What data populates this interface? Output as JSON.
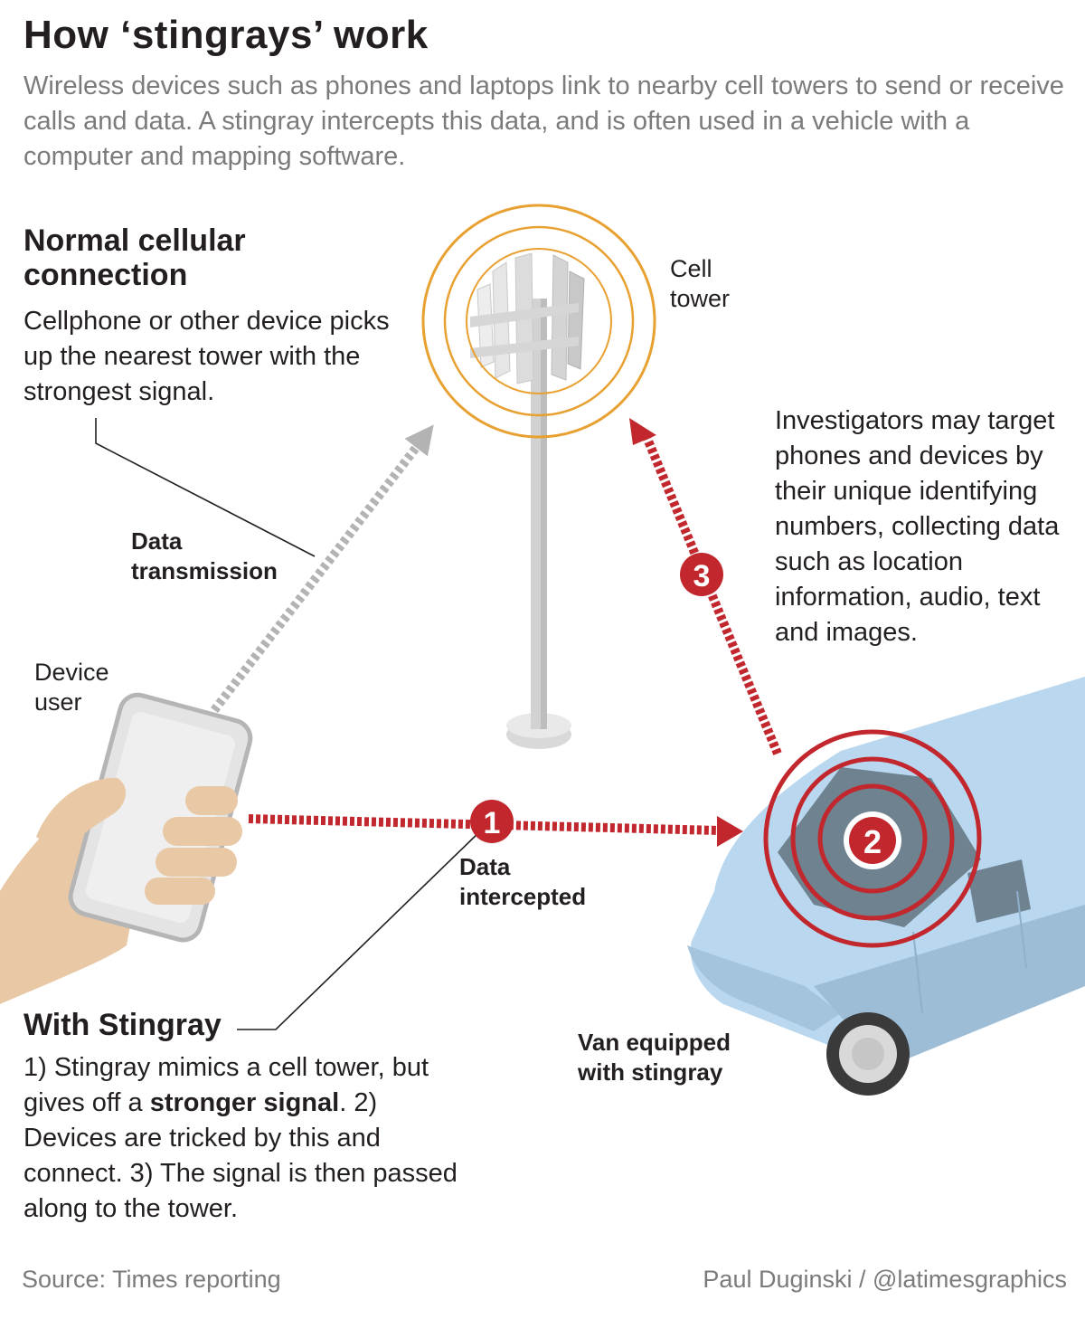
{
  "header": {
    "title": "How ‘stingrays’ work",
    "subtitle": "Wireless devices such as phones and laptops link to nearby cell towers to send or receive calls and data. A stingray intercepts this data, and is often used in a vehicle with a computer and mapping software."
  },
  "normal": {
    "heading": "Normal cellular connection",
    "body": "Cellphone or other device picks up the nearest tower with the strongest signal."
  },
  "labels": {
    "cell_tower": "Cell tower",
    "device_user": "Device user",
    "data_transmission": "Data transmission",
    "data_intercepted": "Data intercepted",
    "van": "Van equipped with stingray"
  },
  "investigators": {
    "body": "Investigators may target phones and devices by their unique identifying numbers, collecting data such as location information, audio, text and images."
  },
  "stingray": {
    "heading": "With Stingray",
    "body_part1": "1) Stingray mimics a cell tower, but gives off a ",
    "body_bold": "stronger signal",
    "body_part2": ". 2) Devices are tricked by this and connect. 3) The signal is then passed along to the tower."
  },
  "markers": {
    "one": "1",
    "two": "2",
    "three": "3"
  },
  "footer": {
    "source": "Source: Times reporting",
    "credit": "Paul Duginski / @latimesgraphics"
  },
  "colors": {
    "signal_red": "#c1272d",
    "tower_ring": "#e8a030",
    "gray_arrow": "#b3b3b3",
    "van_blue": "#b9d8ef",
    "skin": "#e9c8a6",
    "subtitle_gray": "#7b7b7b"
  }
}
